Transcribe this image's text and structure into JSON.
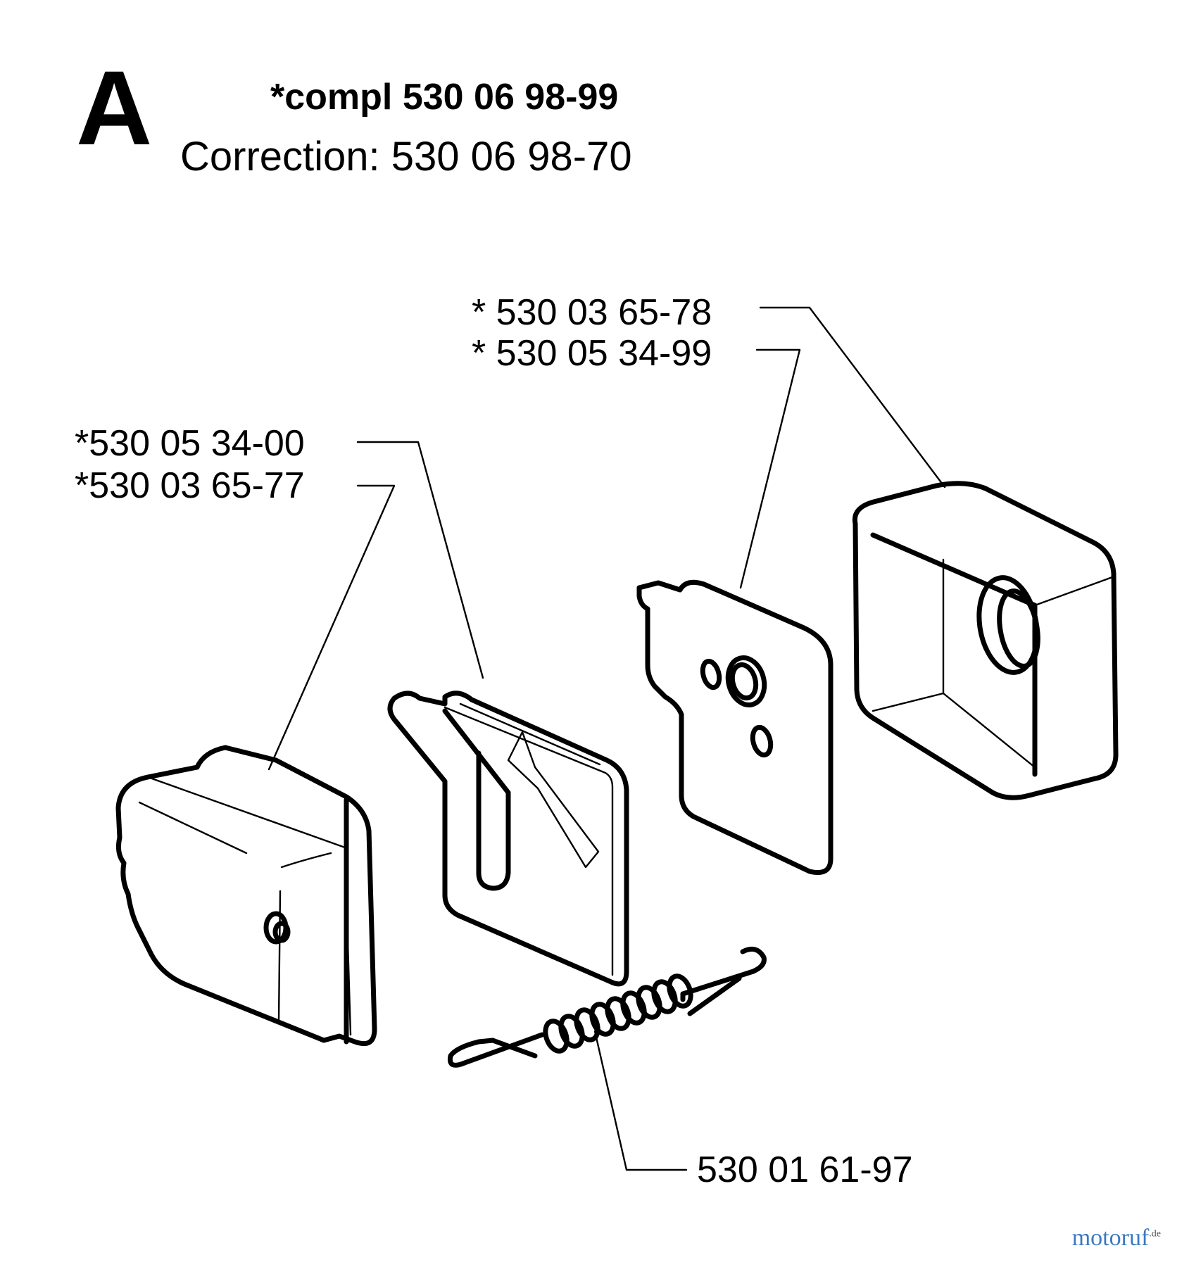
{
  "header": {
    "section_letter": "A",
    "kit_title": "*compl 530 06 98-99",
    "correction": "Correction: 530 06 98-70"
  },
  "parts": {
    "cover_label_1": "* 530 03 65-78",
    "cover_label_2": "* 530 05 34-99",
    "filter_label_1": "*530 05 34-00",
    "filter_label_2": "*530 03 65-77",
    "spring_label": "530 01 61-97"
  },
  "watermark": {
    "text": "motoruf",
    "suffix": ".de"
  }
}
